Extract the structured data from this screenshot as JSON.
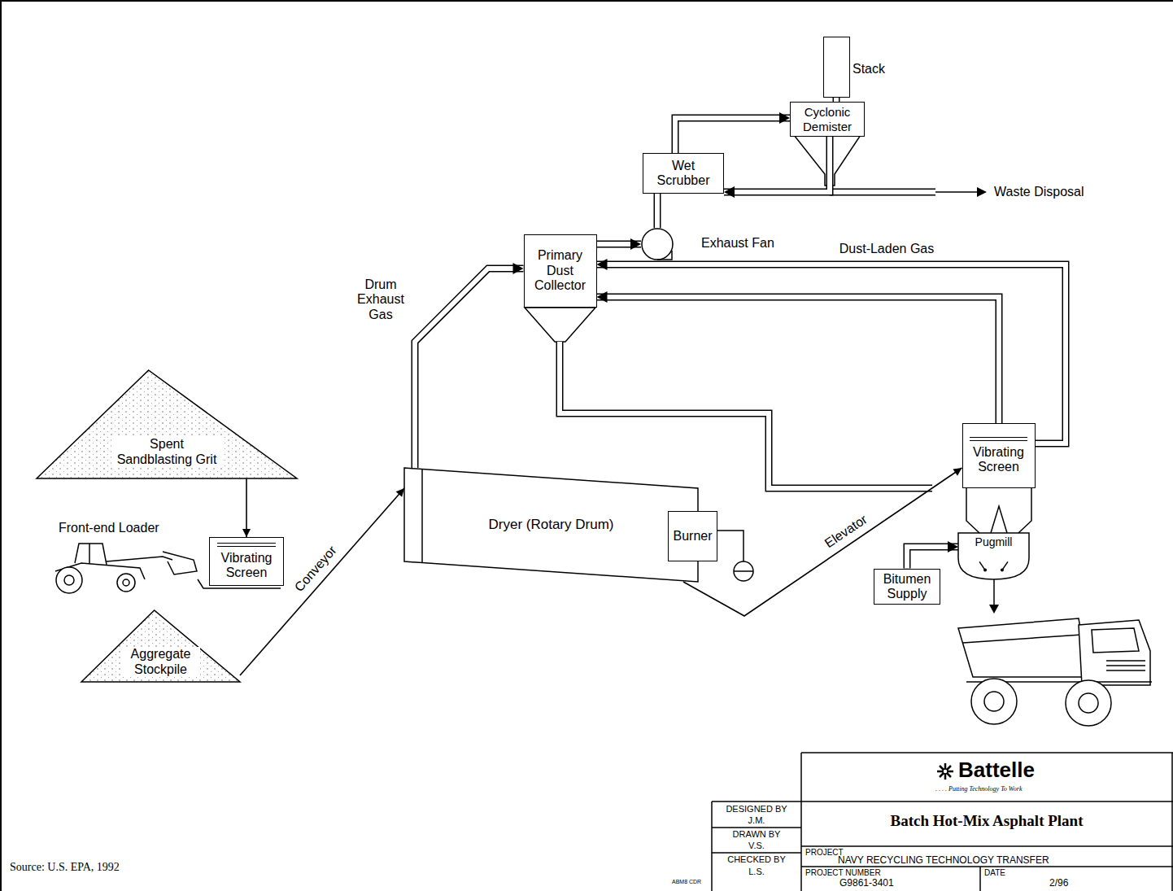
{
  "diagram": {
    "title": "Batch Hot-Mix Asphalt Plant",
    "nodes": [
      {
        "text": [
          "Stack"
        ]
      },
      {
        "text": [
          "Cyclonic Demister"
        ]
      },
      {
        "text": [
          "Wet Scrubber"
        ]
      },
      {
        "text": [
          "Exhaust Fan"
        ]
      },
      {
        "text": [
          "Primary Dust Collector"
        ]
      },
      {
        "text": [
          "Vibrating Screen"
        ]
      },
      {
        "text": [
          "Pugmill"
        ]
      },
      {
        "text": [
          "Bitumen Supply"
        ]
      },
      {
        "text": [
          "Dryer (Rotary Drum)"
        ]
      },
      {
        "text": [
          "Burner"
        ]
      },
      {
        "text": [
          "Vibrating Screen"
        ]
      },
      {
        "text": [
          "Spent Sandblasting Grit"
        ]
      },
      {
        "text": [
          "Aggregate Stockpile"
        ]
      }
    ],
    "edges": [
      {
        "from": 11,
        "to": 10,
        "arrow": "to"
      },
      {
        "from": 12,
        "to": 8,
        "label": "Conveyor",
        "arrow": "to"
      },
      {
        "from": 8,
        "to": 4,
        "label": "Drum Exhaust Gas",
        "arrow": "to"
      },
      {
        "from": 4,
        "to": 3,
        "arrow": "to"
      },
      {
        "from": 3,
        "to": 2,
        "arrow": "none"
      },
      {
        "from": 2,
        "to": 1,
        "arrow": "to"
      },
      {
        "from": 1,
        "to": 0,
        "arrow": "none"
      },
      {
        "from": 1,
        "to": 2,
        "arrow": "to"
      },
      {
        "from": 8,
        "to": 5,
        "label": "Elevator",
        "arrow": "to"
      },
      {
        "from": 5,
        "to": 4,
        "label": "Dust-Laden Gas",
        "arrow": "to"
      },
      {
        "from": 5,
        "to": 4,
        "arrow": "to"
      },
      {
        "from": 7,
        "to": 6,
        "arrow": "to"
      }
    ],
    "labels": [
      "Front-end Loader",
      "Waste Disposal",
      "Battelle",
      ". . . . Putting Technology To Work",
      "DESIGNED BY",
      "J.M.",
      "DRAWN BY",
      "V.S.",
      "CHECKED BY",
      "L.S.",
      "PROJECT",
      "NAVY RECYCLING TECHNOLOGY TRANSFER",
      "PROJECT NUMBER",
      "G9861-3401",
      "DATE",
      "2/96",
      "ABM8 CDR",
      "Source: U.S. EPA, 1992"
    ]
  }
}
